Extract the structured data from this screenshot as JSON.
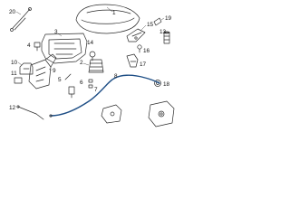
{
  "colors": {
    "line": "#2b2b2b",
    "highlight_cable": "#1f4f86",
    "background": "#ffffff"
  },
  "callouts": {
    "c1": "1",
    "c2": "2",
    "c3": "3",
    "c4": "4",
    "c5": "5",
    "c6": "6",
    "c7": "7",
    "c8": "8",
    "c9": "9",
    "c10": "10",
    "c11": "11",
    "c12": "12",
    "c13": "13",
    "c14": "14",
    "c15": "15",
    "c16": "16",
    "c17": "17",
    "c18": "18",
    "c19": "19",
    "c20": "20"
  }
}
